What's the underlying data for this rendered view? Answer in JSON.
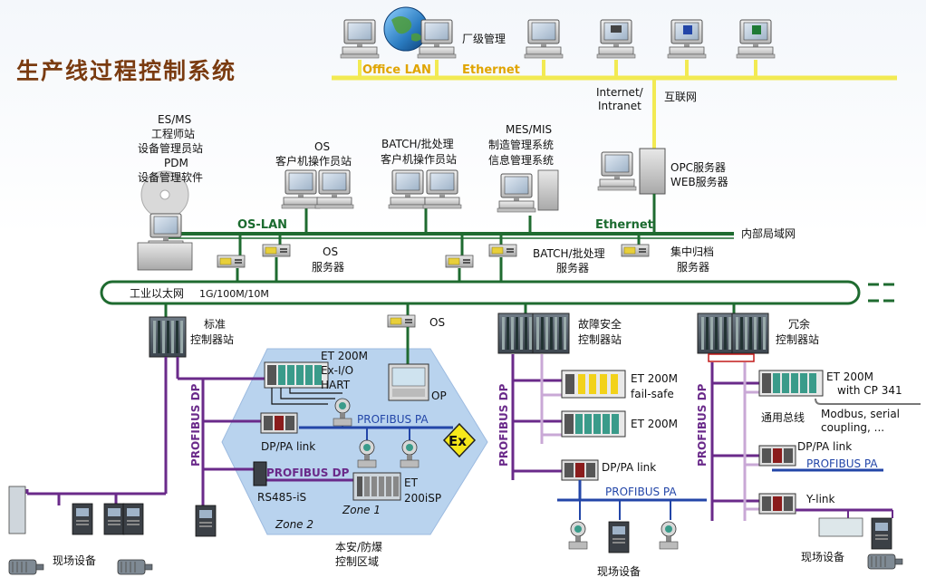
{
  "title": "生产线过程控制系统",
  "office": {
    "factory_mgmt": "厂级管理",
    "office_lan": "Office LAN",
    "ethernet": "Ethernet",
    "internet": "Internet/",
    "intranet": "Intranet",
    "internet_cn": "互联网",
    "opc_server": "OPC服务器",
    "web_server": "WEB服务器"
  },
  "stations": {
    "es_1": "ES/MS",
    "es_2": "工程师站",
    "es_3": "设备管理员站",
    "es_4": "PDM",
    "es_5": "设备管理软件",
    "os_client_1": "OS",
    "os_client_2": "客户机操作员站",
    "batch_client_1": "BATCH/批处理",
    "batch_client_2": "客户机操作员站",
    "mes_1": "MES/MIS",
    "mes_2": "制造管理系统",
    "mes_3": "信息管理系统"
  },
  "plant_bus": {
    "os_lan": "OS-LAN",
    "ethernet": "Ethernet",
    "internal_lan": "内部局域网",
    "os_server_1": "OS",
    "os_server_2": "服务器",
    "batch_server_1": "BATCH/批处理",
    "batch_server_2": "服务器",
    "archive_server_1": "集中归档",
    "archive_server_2": "服务器"
  },
  "industrial_ethernet": {
    "label": "工业以太网",
    "speed": "1G/100M/10M"
  },
  "controllers": {
    "standard_1": "标准",
    "standard_2": "控制器站",
    "os": "OS",
    "failsafe_1": "故障安全",
    "failsafe_2": "控制器站",
    "redundant_1": "冗余",
    "redundant_2": "控制器站"
  },
  "zone": {
    "et200m_1": "ET 200M",
    "et200m_2": "Ex-I/O",
    "et200m_3": "HART",
    "op": "OP",
    "profibus_pa": "PROFIBUS PA",
    "dp_pa_link": "DP/PA link",
    "profibus_dp": "PROFIBUS DP",
    "rs485": "RS485-iS",
    "et_1": "ET",
    "et_2": "200iSP",
    "zone2": "Zone 2",
    "zone1": "Zone 1",
    "ex": "Ex",
    "caption_1": "本安/防爆",
    "caption_2": "控制区域"
  },
  "failsafe_branch": {
    "profibus_dp": "PROFIBUS DP",
    "et200m_fs_1": "ET 200M",
    "et200m_fs_2": "fail-safe",
    "et200m": "ET 200M",
    "dp_pa_link": "DP/PA link",
    "profibus_pa": "PROFIBUS PA",
    "field": "现场设备"
  },
  "redundant_branch": {
    "profibus_dp": "PROFIBUS DP",
    "et200m_cp_1": "ET 200M",
    "et200m_cp_2": "with CP 341",
    "general_bus": "通用总线",
    "modbus_1": "Modbus, serial",
    "modbus_2": "coupling, ...",
    "dp_pa_link": "DP/PA link",
    "profibus_pa": "PROFIBUS PA",
    "ylink": "Y-link",
    "field": "现场设备"
  },
  "left_branch": {
    "profibus_dp": "PROFIBUS DP",
    "field": "现场设备"
  },
  "colors": {
    "title": "#7a3b10",
    "office_bus": "#f2ea52",
    "plant_bus": "#1f6b30",
    "profibus_dp": "#6a2a8a",
    "profibus_pa": "#2346a8",
    "zone_fill": "#b9d3ee"
  }
}
